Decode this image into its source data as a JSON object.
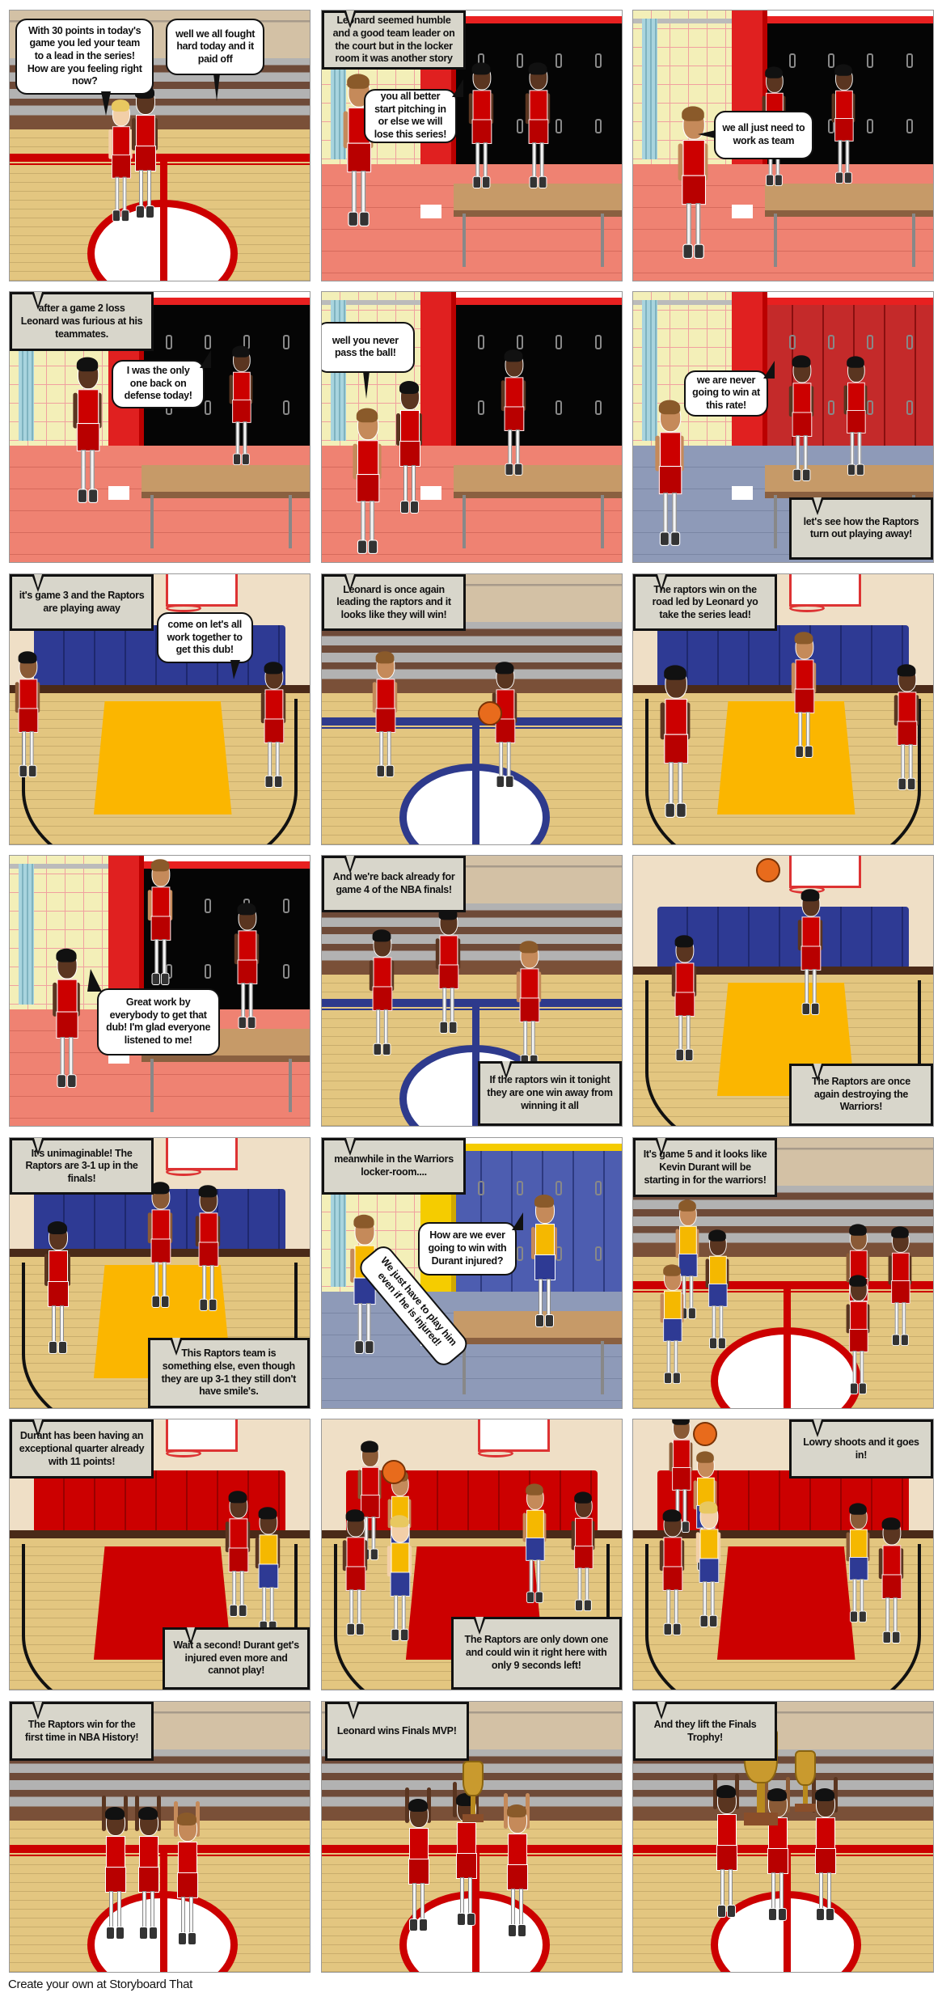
{
  "panels": [
    {
      "scene": "gym",
      "texts": [
        "With 30 points in today's game you led your team to a lead in the series! How are you feeling right now?",
        "well we all fought hard today and it paid off"
      ]
    },
    {
      "scene": "locker-black",
      "texts": [
        "Leonard seemed humble and a good team leader on the court but in the locker room it was another story",
        "you all better start pitching in or else we will lose this series!"
      ]
    },
    {
      "scene": "locker-black",
      "texts": [
        "we all just need to work as team"
      ]
    },
    {
      "scene": "locker-black",
      "texts": [
        "after a game 2 loss Leonard was furious at his teammates.",
        "I was the only one back on defense today!"
      ]
    },
    {
      "scene": "locker-black",
      "texts": [
        "well you never pass the ball!"
      ]
    },
    {
      "scene": "locker-red",
      "texts": [
        "we are never going to win at this rate!",
        "let's see how the Raptors turn out playing away!"
      ]
    },
    {
      "scene": "court-yellow",
      "texts": [
        "it's game 3 and the Raptors are playing away",
        "come on let's all work together to get this dub!"
      ]
    },
    {
      "scene": "gym-blue",
      "texts": [
        "Leonard is once again leading the raptors and it looks like they will win!"
      ]
    },
    {
      "scene": "court-yellow",
      "texts": [
        "The raptors win on the road led by Leonard yo take the series lead!"
      ]
    },
    {
      "scene": "locker-black",
      "texts": [
        "Great work by everybody to get that dub! I'm glad everyone listened to me!"
      ]
    },
    {
      "scene": "gym-blue",
      "texts": [
        "And we're back already for game 4 of the NBA finals!",
        "If the raptors win it tonight they are one win away from winning it all"
      ]
    },
    {
      "scene": "court-yellow",
      "texts": [
        "The Raptors are once again destroying the Warriors!"
      ]
    },
    {
      "scene": "court-yellow",
      "texts": [
        "It's unimaginable! The Raptors are 3-1 up in the finals!",
        "This Raptors team is something else, even though they are up 3-1 they still don't have smile's."
      ]
    },
    {
      "scene": "locker-blue",
      "texts": [
        "meanwhile in the Warriors locker-room....",
        "How are we ever going to win with Durant injured?",
        "We just have to play him even if he is injured!"
      ]
    },
    {
      "scene": "gym",
      "texts": [
        "It's game 5 and it looks like Kevin Durant will be starting in for the warriors!"
      ]
    },
    {
      "scene": "court-red",
      "texts": [
        "Durant has been having an exceptional quarter already with 11 points!",
        "Wait a second! Durant get's injured even more and cannot play!"
      ]
    },
    {
      "scene": "court-red",
      "texts": [
        "The Raptors are only down one and could win it right here with only 9 seconds left!"
      ]
    },
    {
      "scene": "court-red",
      "texts": [
        "Lowry shoots and it goes in!"
      ]
    },
    {
      "scene": "gym",
      "texts": [
        "The Raptors win for the first time in NBA History!"
      ]
    },
    {
      "scene": "gym",
      "texts": [
        "Leonard wins Finals MVP!"
      ]
    },
    {
      "scene": "gym",
      "texts": [
        "And they lift the Finals Trophy!"
      ]
    }
  ],
  "colors": {
    "raptors_jersey": "#cc0000",
    "warriors_jersey": "#f5b800",
    "caption_bg": "#d8d6cb"
  },
  "footer": "Create your own at Storyboard That"
}
